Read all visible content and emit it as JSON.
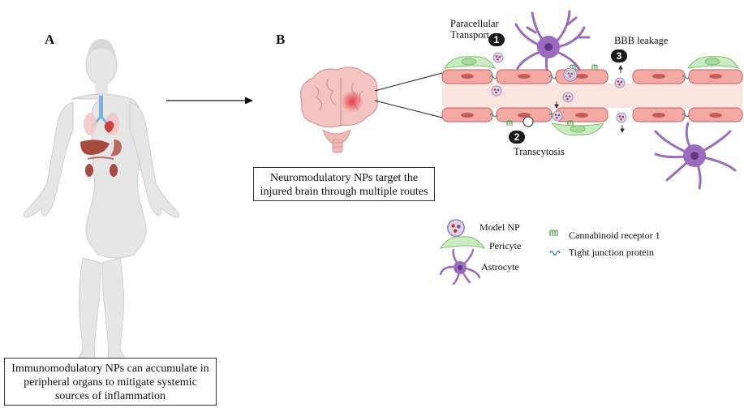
{
  "panels": {
    "a": {
      "letter": "A",
      "caption_lines": [
        "Immunomodulatory NPs can accumulate in",
        "peripheral organs to mitigate systemic",
        "sources of inflammation"
      ]
    },
    "b": {
      "letter": "B",
      "caption_lines": [
        "Neuromodulatory NPs target the",
        "injured brain through multiple routes"
      ]
    }
  },
  "routes": [
    {
      "number": "1",
      "label_lines": [
        "Paracellular",
        "Transport"
      ]
    },
    {
      "number": "2",
      "label_lines": [
        "Transcytosis"
      ]
    },
    {
      "number": "3",
      "label_lines": [
        "BBB leakage"
      ]
    }
  ],
  "legend": [
    {
      "label": "Model NP",
      "icon": "model-np-icon"
    },
    {
      "label": "Pericyte",
      "icon": "pericyte-icon"
    },
    {
      "label": "Astrocyte",
      "icon": "astrocyte-icon"
    },
    {
      "label": "Cannabinoid receptor 1",
      "icon": "cannabinoid-receptor-icon"
    },
    {
      "label": "Tight junction protein",
      "icon": "tight-junction-icon"
    }
  ],
  "colors": {
    "endothelial": "#f2a9a4",
    "endothelial_stroke": "#c9605a",
    "vessel_lumen": "#fbe3e0",
    "pericyte": "#c9ecc0",
    "astrocyte": "#9b6bbd",
    "nanoparticle": "#d9cfe8",
    "receptor": "#4aa34a",
    "tight_junction": "#2f8f9c",
    "body_silhouette": "#e6e6e6"
  }
}
